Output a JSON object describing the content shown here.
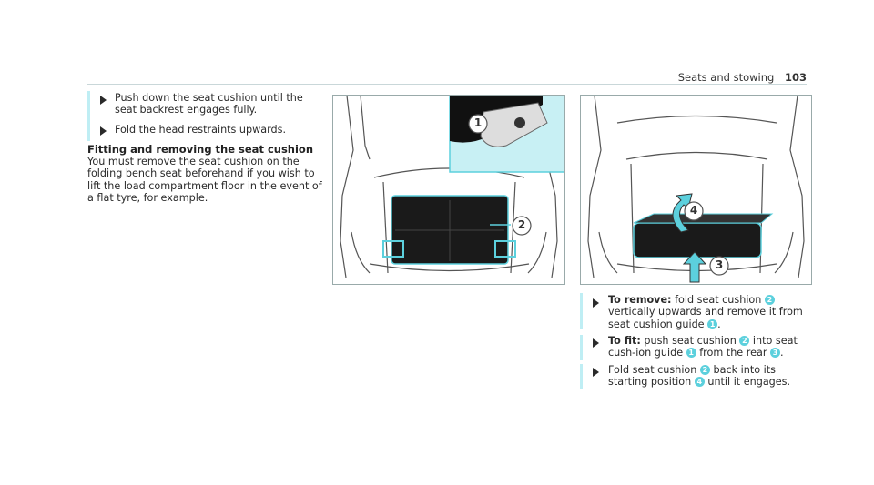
{
  "header": {
    "section": "Seats and stowing",
    "page": "103"
  },
  "left": {
    "steps": [
      "Push down the seat cushion until the seat backrest engages fully.",
      "Fold the head restraints upwards."
    ],
    "heading": "Fitting and removing the seat cushion",
    "paragraph": "You must remove the seat cushion on the folding bench seat beforehand if you wish to lift the load compartment floor in the event of a flat tyre, for example."
  },
  "figure1": {
    "callouts": [
      "1",
      "2"
    ]
  },
  "figure2": {
    "callouts": [
      "4",
      "3"
    ]
  },
  "right": {
    "step1": {
      "label": "To remove:",
      "t1": "fold seat cushion",
      "b1": "2",
      "t2": "vertically upwards and remove it from seat cushion guide",
      "b2": "1",
      "t3": "."
    },
    "step2": {
      "label": "To fit:",
      "t1": "push seat cushion",
      "b1": "2",
      "t2": "into seat cush-ion guide",
      "b2": "1",
      "t3": "from the rear",
      "b3": "3",
      "t4": "."
    },
    "step3": {
      "t1": "Fold seat cushion",
      "b1": "2",
      "t2": "back into its starting position",
      "b2": "4",
      "t3": "until it engages."
    }
  },
  "colors": {
    "accent": "#5cd0dd",
    "highlight_bar": "#bfeef4",
    "inset_bg": "#c8f0f4"
  }
}
